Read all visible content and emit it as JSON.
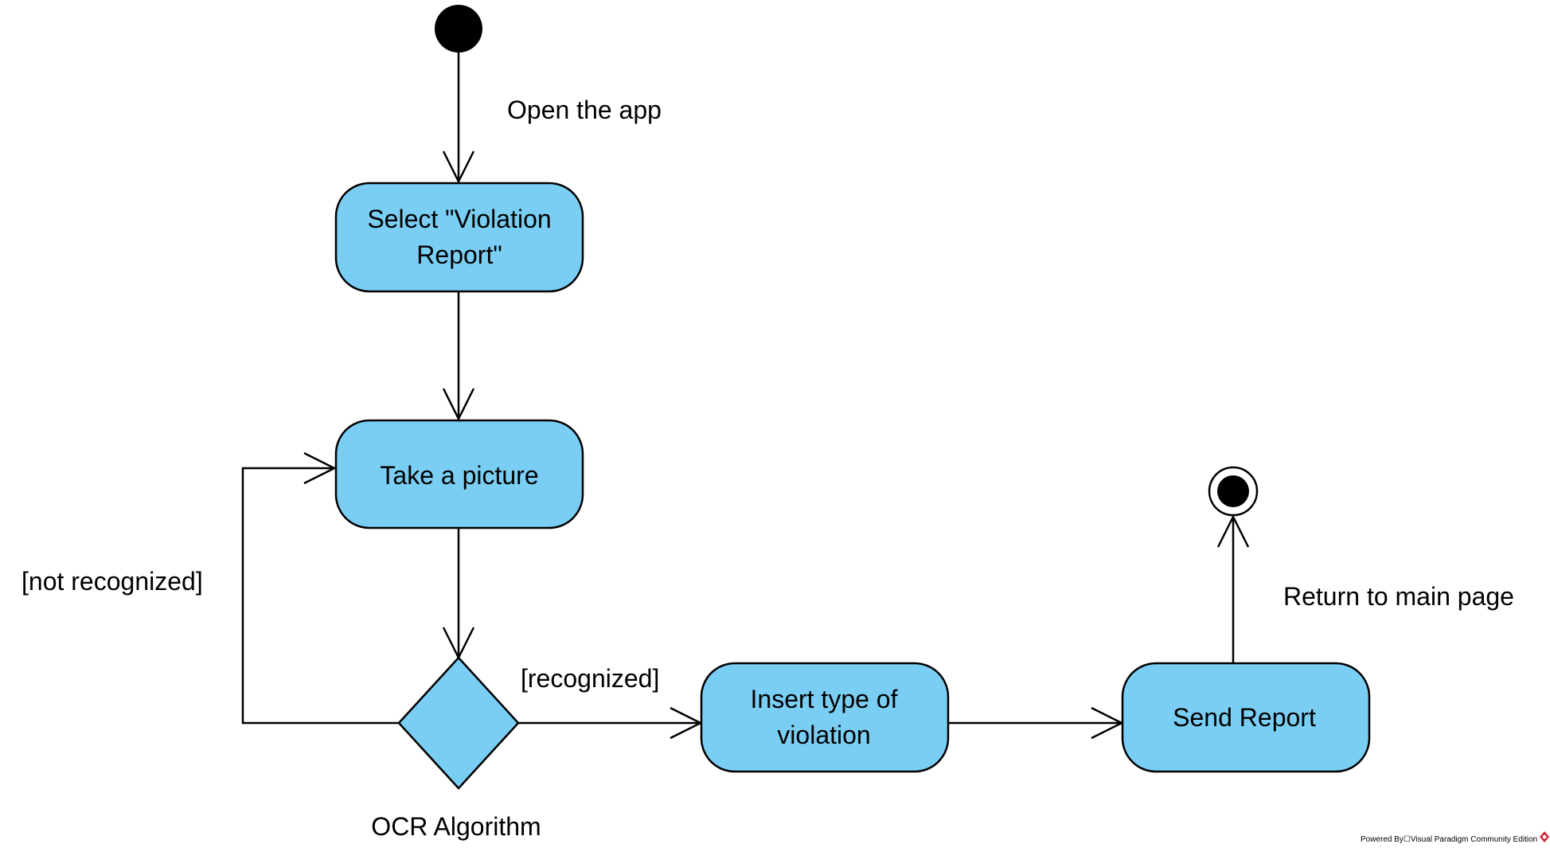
{
  "colors": {
    "activity_fill": "#7ACEF4",
    "stroke": "#000000",
    "background": "#FFFFFF",
    "logo_red": "#D0202E"
  },
  "nodes": {
    "select_violation_report": {
      "line1": "Select \"Violation",
      "line2": "Report\""
    },
    "take_picture": {
      "label": "Take a picture"
    },
    "ocr_decision": {
      "label": "OCR Algorithm"
    },
    "insert_violation": {
      "line1": "Insert type of",
      "line2": "violation"
    },
    "send_report": {
      "label": "Send Report"
    }
  },
  "edges": {
    "open_app": "Open the app",
    "not_recognized": "[not recognized]",
    "recognized": "[recognized]",
    "return_main": "Return to main page"
  },
  "footer": {
    "text": "Powered By☐Visual Paradigm Community Edition",
    "logo_icon": "visual-paradigm-logo-icon"
  }
}
